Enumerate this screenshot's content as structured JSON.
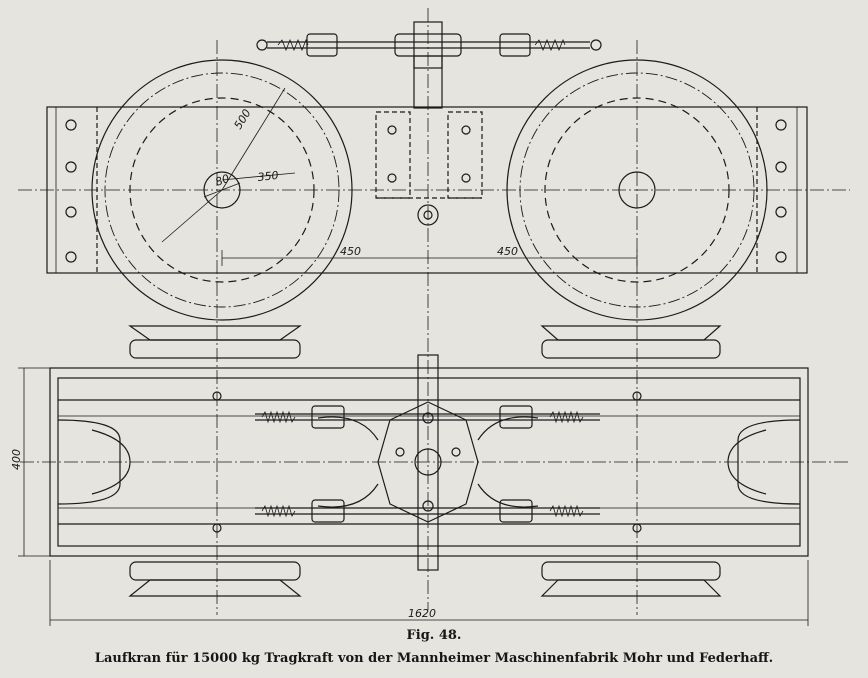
{
  "figure": {
    "number_label": "Fig. 48.",
    "caption": "Laufkran für 15000 kg Tragkraft von der Mannheimer Maschinenfabrik Mohr und Federhaff."
  },
  "dimensions": {
    "wheel_radius": "500",
    "hub_bore": "80",
    "flange_radius": "350",
    "left_half_span": "450",
    "right_half_span": "450",
    "frame_height": "400",
    "overall_length": "1620"
  }
}
